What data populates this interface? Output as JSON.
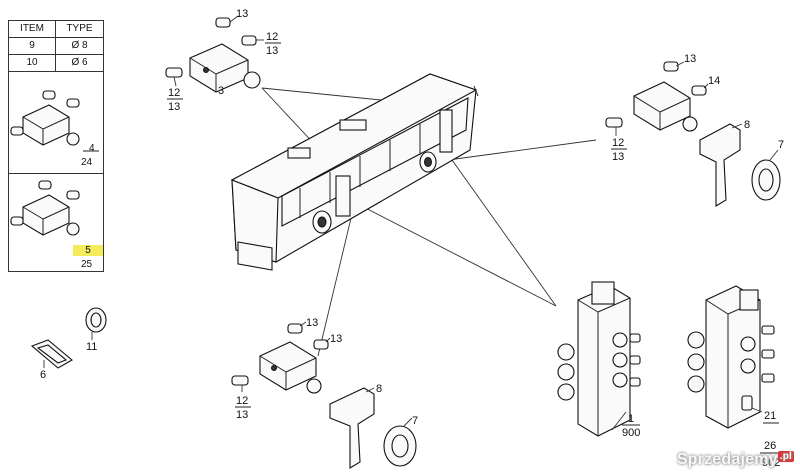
{
  "legend": {
    "headers": {
      "item": "ITEM",
      "type": "TYPE"
    },
    "rows": [
      {
        "item": "9",
        "type": "Ø 8"
      },
      {
        "item": "10",
        "type": "Ø 6"
      }
    ],
    "group_a": {
      "top": "4",
      "bottom": "24"
    },
    "group_b": {
      "top": "5",
      "bottom": "25"
    }
  },
  "callouts": {
    "c13_top": "13",
    "c12_top": "12",
    "c13_top_b": "13",
    "c12_left": "12",
    "c13_left": "13",
    "c3": "3",
    "c13_right": "13",
    "c14_right": "14",
    "c8_right": "8",
    "c12_right": "12",
    "c13_right_b": "13",
    "c7_right": "7",
    "c11": "11",
    "c6": "6",
    "c13_bottom": "13",
    "c13_bottom_b": "13",
    "c12_bottom": "12",
    "c13_bottom_c": "13",
    "c8_bottom": "8",
    "c7_bottom": "7",
    "c1": "1",
    "c900": "900",
    "c21": "21",
    "c26": "26",
    "c902": "902"
  },
  "watermark": {
    "text": "Sprzedajemy",
    "suffix": ".pl"
  }
}
